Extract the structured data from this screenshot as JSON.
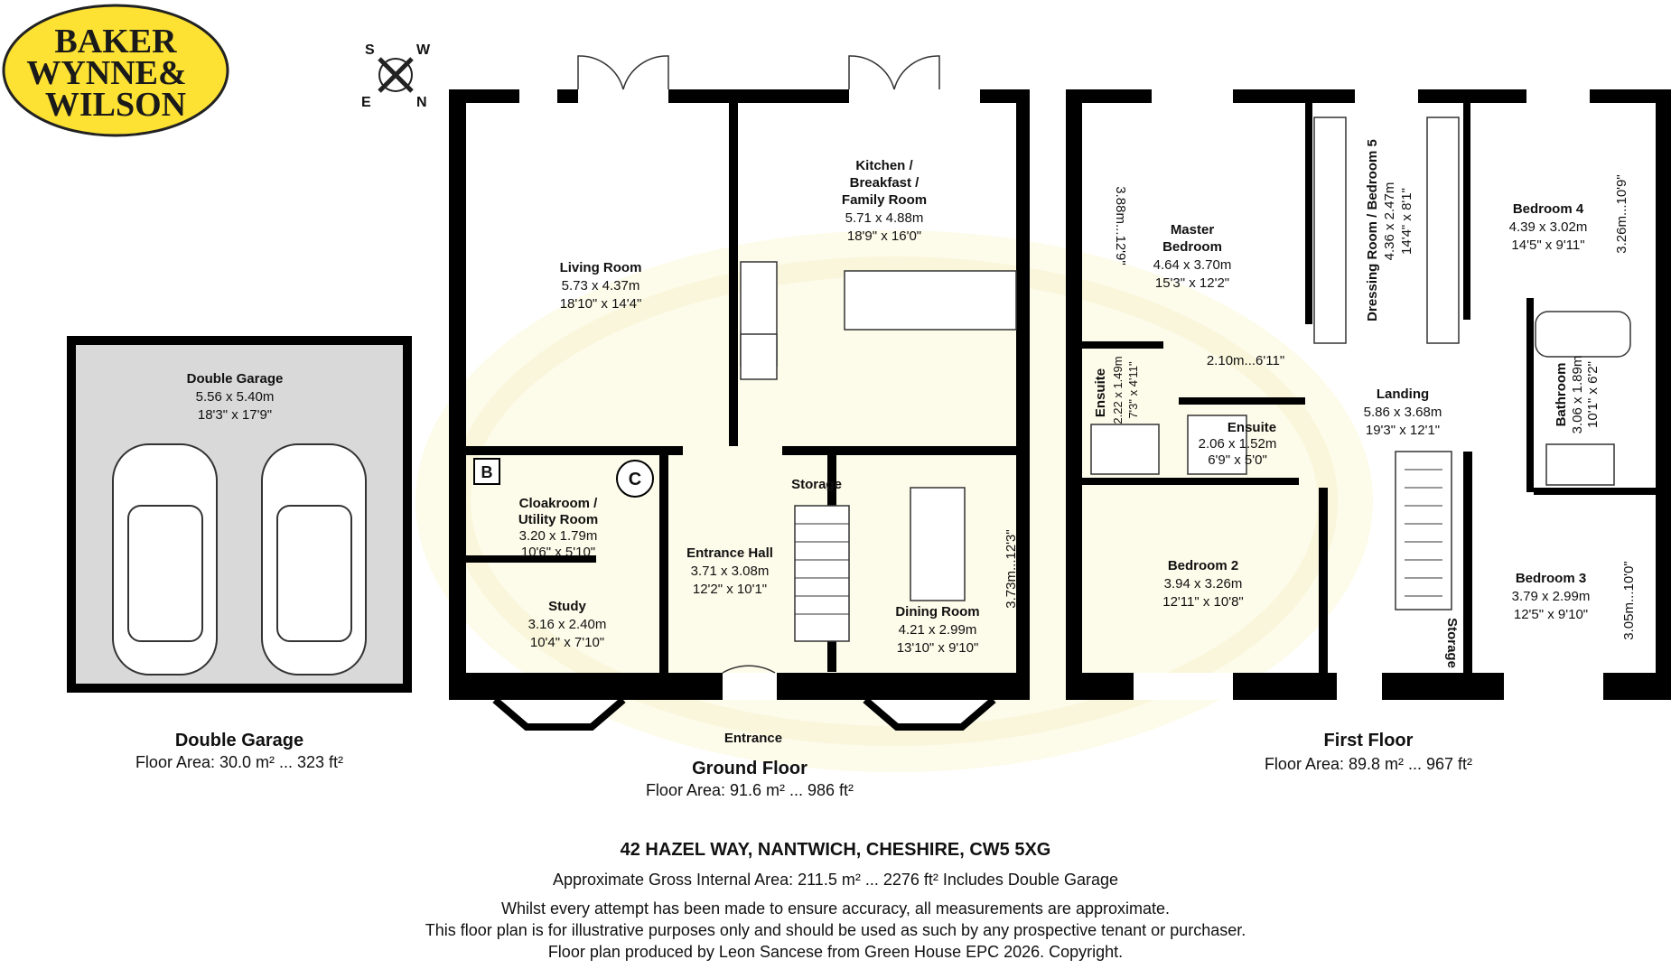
{
  "logo": {
    "lines": [
      "BAKER",
      "WYNNE&",
      "WILSON"
    ],
    "color": "#fde233",
    "text_color": "#1a1a1a"
  },
  "compass": {
    "labels": [
      "S",
      "W",
      "E",
      "N"
    ]
  },
  "garage": {
    "name": "Double Garage",
    "metric": "5.56 x 5.40m",
    "imperial": "18'3\" x 17'9\"",
    "caption_title": "Double Garage",
    "caption_area": "Floor Area: 30.0 m² ... 323 ft²"
  },
  "ground_floor": {
    "title": "Ground Floor",
    "area": "Floor Area: 91.6 m² ... 986 ft²",
    "rooms": {
      "living": {
        "name": "Living Room",
        "metric": "5.73 x 4.37m",
        "imperial": "18'10\" x 14'4\""
      },
      "kitchen": {
        "name_lines": [
          "Kitchen /",
          "Breakfast /",
          "Family Room"
        ],
        "metric": "5.71 x 4.88m",
        "imperial": "18'9\" x 16'0\""
      },
      "cloakroom": {
        "name_lines": [
          "Cloakroom /",
          "Utility Room"
        ],
        "metric": "3.20 x 1.79m",
        "imperial": "10'6\" x 5'10\""
      },
      "entrance_hall": {
        "name": "Entrance Hall",
        "metric": "3.71 x 3.08m",
        "imperial": "12'2\" x 10'1\""
      },
      "study": {
        "name": "Study",
        "metric": "3.16 x 2.40m",
        "imperial": "10'4\" x 7'10\""
      },
      "dining": {
        "name": "Dining Room",
        "metric": "4.21 x 2.99m",
        "imperial": "13'10\" x 9'10\"",
        "side_dim": "3.73m...12'3\""
      },
      "storage": {
        "name": "Storage"
      },
      "entrance": {
        "name": "Entrance"
      },
      "boiler": {
        "label": "B"
      },
      "cupboard": {
        "label": "C"
      }
    }
  },
  "first_floor": {
    "title": "First Floor",
    "area": "Floor Area: 89.8 m² ... 967 ft²",
    "rooms": {
      "master": {
        "name_lines": [
          "Master",
          "Bedroom"
        ],
        "metric": "4.64 x 3.70m",
        "imperial": "15'3\" x 12'2\"",
        "side_dim": "3.88m...12'9\""
      },
      "dressing": {
        "name": "Dressing Room / Bedroom 5",
        "metric": "4.36 x 2.47m",
        "imperial": "14'4\" x 8'1\""
      },
      "bedroom4": {
        "name": "Bedroom 4",
        "metric": "4.39 x 3.02m",
        "imperial": "14'5\" x 9'11\"",
        "side_dim": "3.26m...10'9\""
      },
      "ensuite1": {
        "name": "Ensuite",
        "metric": "2.22 x 1.49m",
        "imperial": "7'3\" x 4'11\""
      },
      "ensuite_dim": {
        "text": "2.10m...6'11\""
      },
      "ensuite2": {
        "name": "Ensuite",
        "metric": "2.06 x 1.52m",
        "imperial": "6'9\" x 5'0\""
      },
      "landing": {
        "name": "Landing",
        "metric": "5.86 x 3.68m",
        "imperial": "19'3\" x 12'1\""
      },
      "bathroom": {
        "name": "Bathroom",
        "metric": "3.06 x 1.89m",
        "imperial": "10'1\" x 6'2\""
      },
      "bedroom2": {
        "name": "Bedroom 2",
        "metric": "3.94 x 3.26m",
        "imperial": "12'11\" x 10'8\""
      },
      "bedroom3": {
        "name": "Bedroom 3",
        "metric": "3.79 x 2.99m",
        "imperial": "12'5\" x 9'10\"",
        "side_dim": "3.05m...10'0\""
      },
      "storage": {
        "name": "Storage"
      }
    }
  },
  "footer": {
    "address": "42 HAZEL WAY, NANTWICH, CHESHIRE, CW5 5XG",
    "gross": "Approximate Gross Internal Area: 211.5 m² ... 2276 ft² Includes Double Garage",
    "disclaimer1": "Whilst every attempt has been made to ensure accuracy, all measurements are approximate.",
    "disclaimer2": "This floor plan is for illustrative purposes only and should be used as such by any prospective tenant or purchaser.",
    "credit": "Floor plan produced by Leon Sancese from Green House EPC 2026. Copyright."
  },
  "colors": {
    "wall": "#000000",
    "garage_fill": "#d9d9d9",
    "watermark": "#fdfbe6"
  }
}
